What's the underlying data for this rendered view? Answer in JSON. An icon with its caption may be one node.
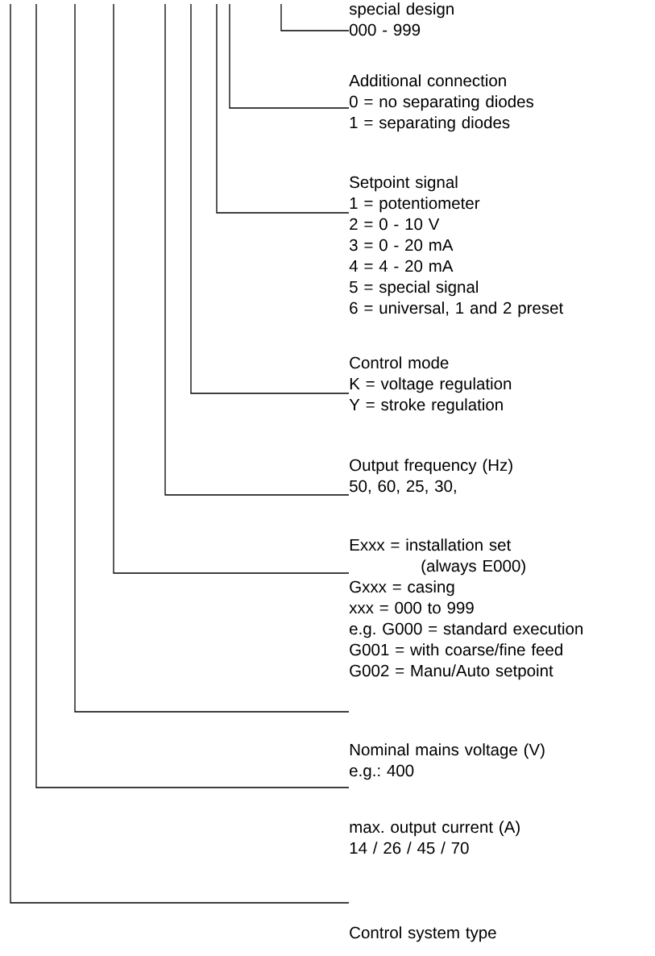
{
  "diagram": {
    "nodes": [
      {
        "text": [
          "special design",
          "000 - 999"
        ]
      },
      {
        "text": [
          "Additional connection",
          "0 = no separating diodes",
          "1 = separating diodes"
        ]
      },
      {
        "text": [
          "Setpoint signal",
          "1 = potentiometer",
          "2 = 0 - 10 V",
          "3 = 0 - 20 mA",
          "4 = 4 - 20 mA",
          "5 = special signal",
          "6 = universal, 1 and 2 preset"
        ]
      },
      {
        "text": [
          "Control mode",
          "K = voltage regulation",
          "Y = stroke regulation"
        ]
      },
      {
        "text": [
          "Output frequency (Hz)",
          "50, 60, 25, 30,"
        ]
      },
      {
        "text": [
          "Exxx = installation set (always E000)",
          "Gxxx = casing",
          "xxx = 000 to 999",
          "e.g. G000 = standard execution",
          "G001 = with coarse/fine feed",
          "G002 = Manu/Auto setpoint"
        ]
      },
      {
        "text": [
          "Nominal mains voltage (V)",
          "e.g.: 400"
        ]
      },
      {
        "text": [
          "max. output current (A)",
          "14 / 26 / 45 / 70"
        ]
      },
      {
        "text": [
          "Control system type"
        ]
      }
    ],
    "edges": [
      {
        "from": null,
        "to": 0,
        "arrow": "none"
      },
      {
        "from": null,
        "to": 1,
        "arrow": "none"
      },
      {
        "from": null,
        "to": 2,
        "arrow": "none"
      },
      {
        "from": null,
        "to": 3,
        "arrow": "none"
      },
      {
        "from": null,
        "to": 4,
        "arrow": "none"
      },
      {
        "from": null,
        "to": 5,
        "arrow": "none"
      },
      {
        "from": null,
        "to": 6,
        "arrow": "none"
      },
      {
        "from": null,
        "to": 7,
        "arrow": "none"
      },
      {
        "from": null,
        "to": 8,
        "arrow": "none"
      }
    ]
  }
}
